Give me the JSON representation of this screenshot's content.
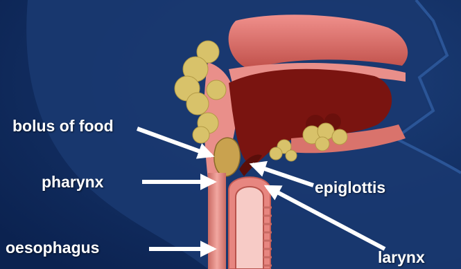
{
  "labels": {
    "bolus": "bolus of food",
    "pharynx": "pharynx",
    "oesophagus": "oesophagus",
    "epiglottis": "epiglottis",
    "larynx": "larynx"
  },
  "colors": {
    "background": "#0f2a5a",
    "tissue_pink": "#e98f8a",
    "tongue": "#7a1410",
    "gland_yellow": "#d8c26a",
    "label_text": "#ffffff"
  }
}
